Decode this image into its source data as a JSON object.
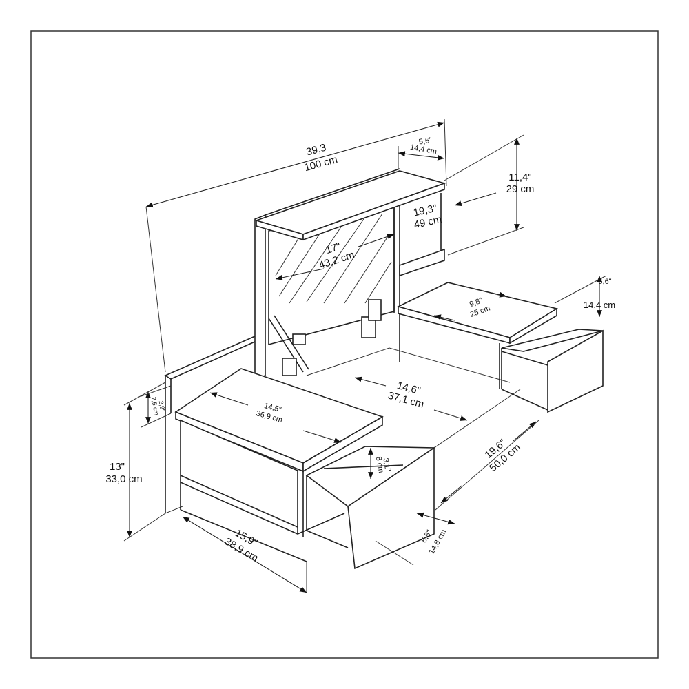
{
  "diagram": {
    "type": "furniture dimension drawing",
    "dimensions": {
      "total_width": {
        "in": "39,3",
        "cm": "100 cm"
      },
      "shelf_depth": {
        "in": "5,6\"",
        "cm": "14,4 cm"
      },
      "shelf_height": {
        "in": "11,4\"",
        "cm": "29 cm"
      },
      "upper_width": {
        "in": "19,3\"",
        "cm": "49 cm"
      },
      "mirror_width": {
        "in": "17\"",
        "cm": "43,2 cm"
      },
      "right_drawer_height": {
        "in": "5,6\"",
        "cm": "14,4 cm"
      },
      "right_bench_depth": {
        "in": "9,8\"",
        "cm": "25 cm"
      },
      "inner_width": {
        "in": "14,6\"",
        "cm": "37,1 cm"
      },
      "left_top_width": {
        "in": "14,5\"",
        "cm": "36,9 cm"
      },
      "top_thickness": {
        "in": "2,9\"",
        "cm": "7,5 cm"
      },
      "total_height": {
        "in": "13\"",
        "cm": "33,0 cm"
      },
      "drawer_gap": {
        "in": "3,1\"",
        "cm": "8 cm"
      },
      "drawer_length": {
        "in": "19,6\"",
        "cm": "50,0 cm"
      },
      "drawer_height": {
        "in": "5,8\"",
        "cm": "14,8 cm"
      },
      "depth": {
        "in": "15,9\"",
        "cm": "38,9 cm"
      }
    }
  }
}
